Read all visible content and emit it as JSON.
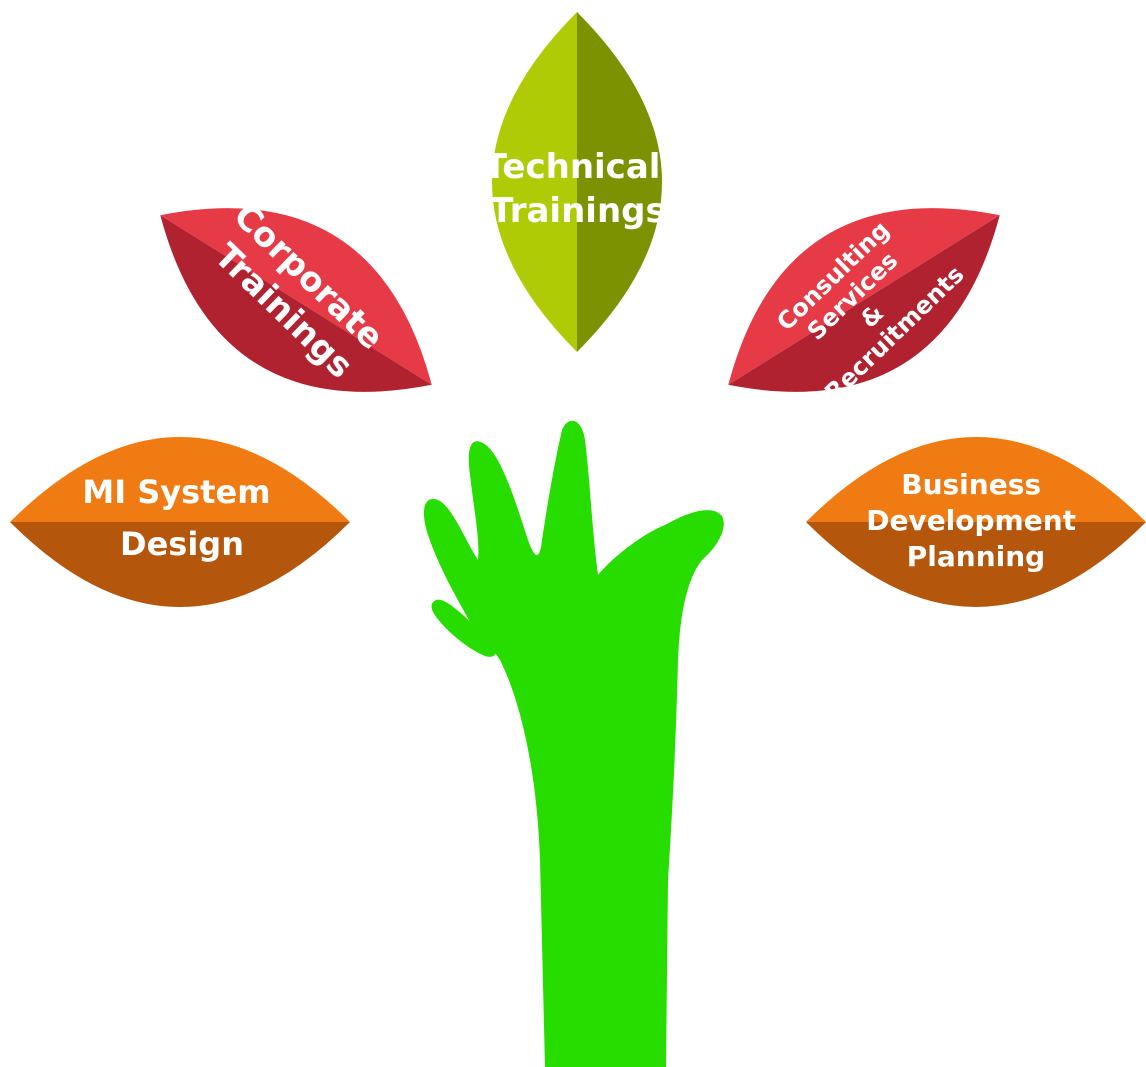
{
  "diagram": {
    "leaves": [
      {
        "id": "technical-trainings",
        "lines": [
          "Technical",
          "Trainings"
        ],
        "colors": {
          "light": "#afcb06",
          "dark": "#7d9200"
        }
      },
      {
        "id": "corporate-trainings",
        "lines": [
          "Corporate",
          "Trainings"
        ],
        "colors": {
          "light": "#e63a47",
          "dark": "#b0222f"
        }
      },
      {
        "id": "consulting-services",
        "lines": [
          "Consulting",
          "Services",
          "&",
          "Recruitments"
        ],
        "colors": {
          "light": "#e63a47",
          "dark": "#b0222f"
        }
      },
      {
        "id": "mi-system-design",
        "lines": [
          "MI System",
          "Design"
        ],
        "colors": {
          "light": "#f07b12",
          "dark": "#b4560b"
        }
      },
      {
        "id": "business-development",
        "lines": [
          "Business",
          "Development",
          "Planning"
        ],
        "colors": {
          "light": "#f07b12",
          "dark": "#b4560b"
        }
      }
    ],
    "hand": {
      "icon": "hand-icon",
      "color": "#27dd00"
    }
  }
}
